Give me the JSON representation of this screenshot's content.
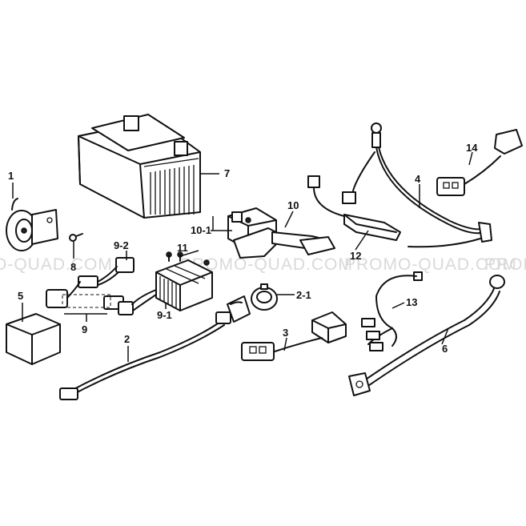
{
  "watermark": {
    "text_left": "O-QUAD.COM",
    "text_mid": "PROMO-QUAD.COM",
    "text_mid2": "PROMO-QUAD.COM",
    "text_right": "PROMO"
  },
  "callouts": {
    "c1": "1",
    "c2": "2",
    "c2_1": "2-1",
    "c3": "3",
    "c4": "4",
    "c5": "5",
    "c6": "6",
    "c7": "7",
    "c8": "8",
    "c9": "9",
    "c9_1": "9-1",
    "c9_2": "9-2",
    "c10": "10",
    "c10_1": "10-1",
    "c11": "11",
    "c12": "12",
    "c13": "13",
    "c14": "14"
  }
}
